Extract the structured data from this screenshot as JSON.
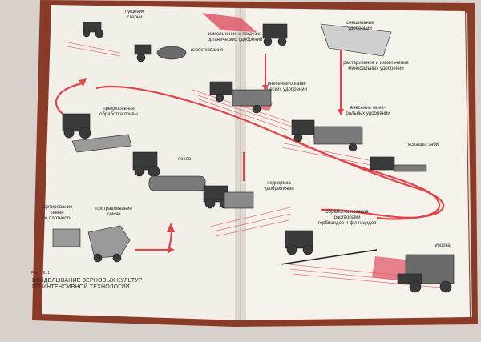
{
  "caption": {
    "figure_number": "Рис. VIII.1",
    "title_line1": "ВОЗДЕЛЫВАНИЕ ЗЕРНОВЫХ КУЛЬТУР",
    "title_line2": "ПО ИНТЕНСИВНОЙ ТЕХНОЛОГИИ"
  },
  "steps": {
    "stubble": "лущение\nстерни",
    "lime": "известкование",
    "organic_prep": "измельчение и погрузка\nорганических удобрений",
    "mixing": "смешивание\nудобрений",
    "organic_apply": "внесение органи-\nческих удобрений",
    "mineral_spread": "растаривание и измельчение\nминеральных удобрений",
    "mineral_apply": "внесение мине-\nральных удобрений",
    "presowing": "предпосевная\nобработка почвы",
    "snow": "вспашка зяби",
    "sowing": "посев",
    "topdress": "подкормка\nудобрениями",
    "sorting": "сортирование\nсемян\nпо плотности",
    "treating": "протравливание\nсемян",
    "spraying": "обработка посевов\nрастворами\nгербицидов и фунгицидов",
    "harvest": "уборка"
  },
  "colors": {
    "page": "#f4f1ea",
    "cover": "#8a3b28",
    "arrow": "#e0454a",
    "ink": "#1f1f1f",
    "spray": "#e05a6a"
  }
}
